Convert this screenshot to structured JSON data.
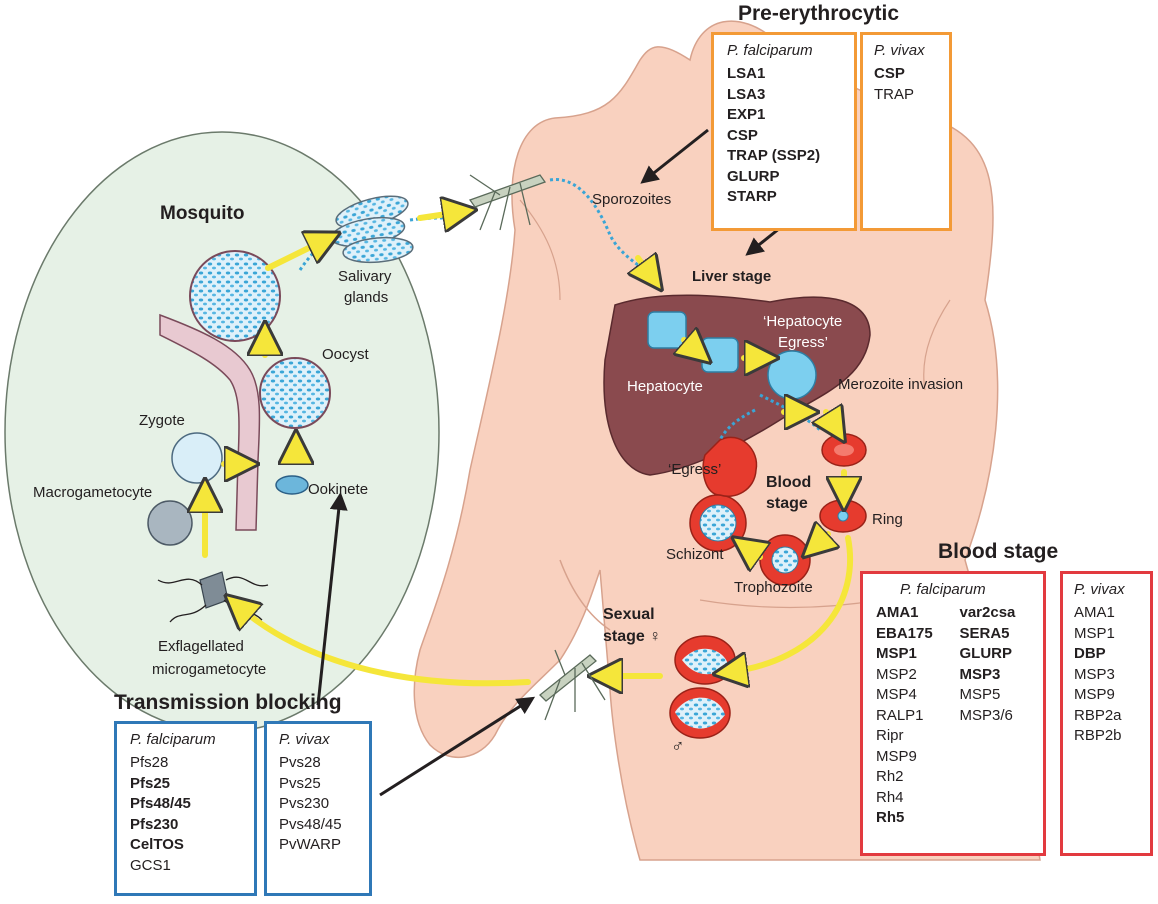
{
  "diagram": {
    "labels": {
      "mosquito": "Mosquito",
      "salivary_glands_1": "Salivary",
      "salivary_glands_2": "glands",
      "oocyst": "Oocyst",
      "zygote": "Zygote",
      "macrogametocyte": "Macrogametocyte",
      "ookinete": "Ookinete",
      "exflagellated_1": "Exflagellated",
      "exflagellated_2": "microgametocyte",
      "sporozoites": "Sporozoites",
      "liver_stage": "Liver stage",
      "hepatocyte": "Hepatocyte",
      "hepatocyte_egress_1": "‘Hepatocyte",
      "hepatocyte_egress_2": "Egress’",
      "merozoite_invasion": "Merozoite invasion",
      "egress": "‘Egress’",
      "blood_stage_1": "Blood",
      "blood_stage_2": "stage",
      "ring": "Ring",
      "schizont": "Schizont",
      "trophozoite": "Trophozoite",
      "sexual_stage": "Sexual",
      "sexual_stage_2": "stage ♀",
      "male_symbol": "♂"
    }
  },
  "pre_erythrocytic": {
    "title": "Pre-erythrocytic",
    "falciparum": {
      "header": "P. falciparum",
      "items": [
        "LSA1",
        "LSA3",
        "EXP1",
        "CSP",
        "TRAP (SSP2)",
        "GLURP",
        "STARP"
      ]
    },
    "vivax": {
      "header": "P. vivax",
      "items": [
        "CSP",
        "TRAP"
      ]
    }
  },
  "blood_stage": {
    "title": "Blood stage",
    "falciparum": {
      "header": "P. falciparum",
      "col1": [
        "AMA1",
        "EBA175",
        "MSP1",
        "MSP2",
        "MSP4",
        "RALP1",
        "Ripr",
        "MSP9",
        "Rh2",
        "Rh4",
        "Rh5"
      ],
      "col2": [
        "var2csa",
        "SERA5",
        "GLURP",
        "MSP3",
        "MSP5",
        "MSP3/6"
      ]
    },
    "vivax": {
      "header": "P. vivax",
      "items": [
        "AMA1",
        "MSP1",
        "DBP",
        "MSP3",
        "MSP9",
        "RBP2a",
        "RBP2b"
      ]
    }
  },
  "transmission_blocking": {
    "title": "Transmission blocking",
    "falciparum": {
      "header": "P. falciparum",
      "items": [
        "Pfs28",
        "Pfs25",
        "Pfs48/45",
        "Pfs230",
        "CelTOS",
        "GCS1"
      ]
    },
    "vivax": {
      "header": "P. vivax",
      "items": [
        "Pvs28",
        "Pvs25",
        "Pvs230",
        "Pvs48/45",
        "PvWARP"
      ]
    }
  }
}
